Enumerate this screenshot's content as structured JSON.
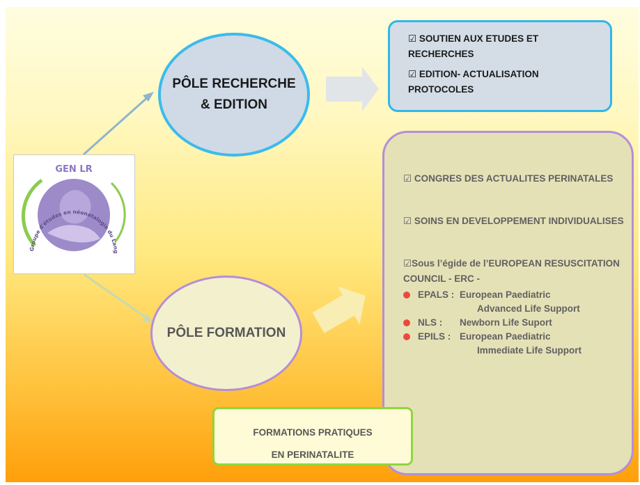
{
  "diagram": {
    "logo": {
      "acronym": "GEN LR",
      "circular_text": "Groupe d'études en néonatalogie du Languedoc Roussillon",
      "icon": "mother-child-silhouette-icon"
    },
    "pole_recherche": {
      "label": "PÔLE RECHERCHE\n& EDITION"
    },
    "pole_formation": {
      "label": "PÔLE FORMATION"
    },
    "recherche_box": {
      "items": [
        "☑  SOUTIEN AUX ETUDES ET RECHERCHES",
        "☑  EDITION- ACTUALISATION PROTOCOLES"
      ]
    },
    "formation_box": {
      "item1": "☑  CONGRES DES ACTUALITES PERINATALES",
      "item2": "☑  SOINS EN DEVELOPPEMENT INDIVIDUALISES",
      "item3": "☑Sous l’égide de l’EUROPEAN RESUSCITATION   COUNCIL - ERC -",
      "sub_items": [
        {
          "key": "EPALS :",
          "line1": "European Paediatric",
          "line2": "Advanced Life Support"
        },
        {
          "key": "NLS :",
          "line1": "Newborn Life Suport",
          "line2": ""
        },
        {
          "key": "EPILS :",
          "line1": "European Paediatric",
          "line2": "Immediate Life Support"
        }
      ]
    },
    "formations_box": {
      "line1": "FORMATIONS PRATIQUES",
      "line2": "EN PERINATALITE"
    },
    "colors": {
      "blue_border": "#3bbbec",
      "purple_border": "#b48ed8",
      "green_border": "#8fd63b",
      "bullet": "#e94a3c",
      "logo_purple": "#9d8ac9",
      "logo_green": "#8ccb4e"
    }
  }
}
